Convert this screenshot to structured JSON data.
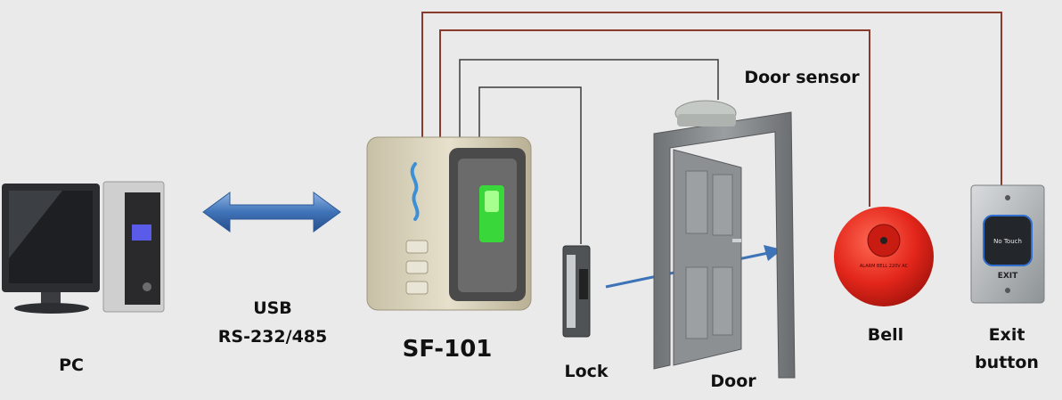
{
  "labels": {
    "pc": "PC",
    "link_usb": "USB",
    "link_rs": "RS-232/485",
    "device": "SF-101",
    "lock": "Lock",
    "door": "Door",
    "door_sensor": "Door sensor",
    "bell": "Bell",
    "exit_1": "Exit",
    "exit_2": "button"
  },
  "device_texts": {
    "exit_button_top": "No Touch",
    "exit_button_bottom": "EXIT",
    "bell_face": "ALARM BELL 220V AC"
  },
  "colors": {
    "wire_red": "#8b3a2e",
    "wire_dark": "#3a3a3a",
    "arrow_blue": "#3f73b8",
    "bell_red": "#e3261b",
    "sensor_green": "#39d739"
  }
}
